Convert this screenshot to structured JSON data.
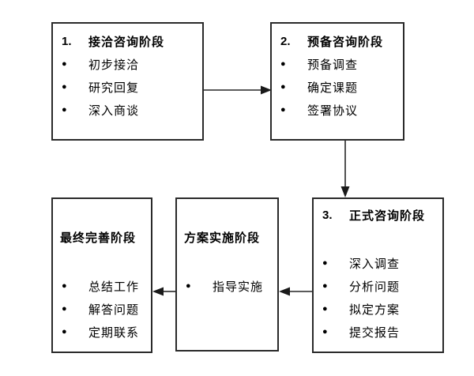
{
  "diagram": {
    "description": "consulting-process-flowchart",
    "colors": {
      "background": "#ffffff",
      "border": "#2a2a2a",
      "text": "#000000",
      "connector": "#262626"
    },
    "bullet_glyph": "●",
    "stages": [
      {
        "number": "1.",
        "title": "接洽咨询阶段",
        "items": [
          "初步接洽",
          "研究回复",
          "深入商谈"
        ]
      },
      {
        "number": "2.",
        "title": "预备咨询阶段",
        "items": [
          "预备调查",
          "确定课题",
          "签署协议"
        ]
      },
      {
        "number": "3.",
        "title": "正式咨询阶段",
        "items": [
          "深入调查",
          "分析问题",
          "拟定方案",
          "提交报告"
        ]
      },
      {
        "number": "",
        "title": "方案实施阶段",
        "items": [
          "指导实施"
        ]
      },
      {
        "number": "",
        "title": "最终完善阶段",
        "items": [
          "总结工作",
          "解答问题",
          "定期联系"
        ]
      }
    ],
    "connections": [
      {
        "from": "接洽咨询阶段",
        "to": "预备咨询阶段",
        "direction": "right"
      },
      {
        "from": "预备咨询阶段",
        "to": "正式咨询阶段",
        "direction": "down"
      },
      {
        "from": "正式咨询阶段",
        "to": "方案实施阶段",
        "direction": "left"
      },
      {
        "from": "方案实施阶段",
        "to": "最终完善阶段",
        "direction": "left"
      }
    ]
  }
}
